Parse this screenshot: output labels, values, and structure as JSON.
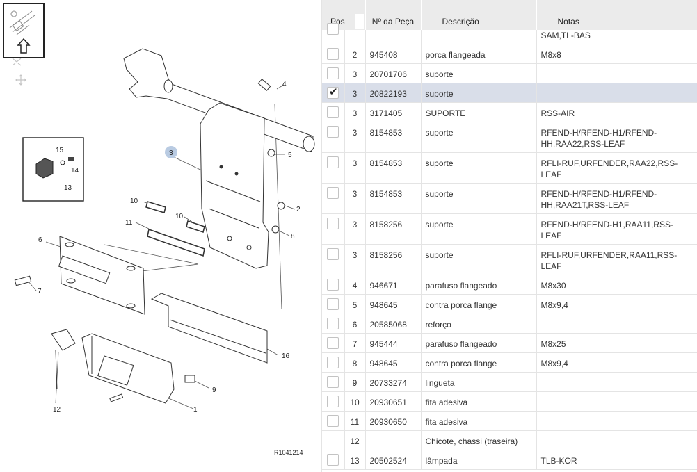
{
  "diagram": {
    "drawing_code": "R1041214",
    "callouts": [
      "1",
      "2",
      "3",
      "4",
      "5",
      "6",
      "7",
      "8",
      "9",
      "10",
      "10",
      "11",
      "12",
      "13",
      "14",
      "15",
      "16"
    ],
    "tools": {
      "overview_icon": "thumbnail-navigator-icon",
      "up_icon": "arrow-up-icon",
      "fit_icon": "fit-screen-icon",
      "pan_icon": "pan-move-icon"
    },
    "highlight_color": "#b9cbe2"
  },
  "table": {
    "headers": {
      "pos": "Pos",
      "number": "Nº da Peça",
      "description": "Descrição",
      "notes": "Notas"
    },
    "rows": [
      {
        "checked": false,
        "pos": "",
        "number": "",
        "description": "",
        "notes": "SAM,TL-BAS"
      },
      {
        "checked": false,
        "pos": "2",
        "number": "945408",
        "description": "porca flangeada",
        "notes": "M8x8"
      },
      {
        "checked": false,
        "pos": "3",
        "number": "20701706",
        "description": "suporte",
        "notes": ""
      },
      {
        "checked": true,
        "pos": "3",
        "number": "20822193",
        "description": "suporte",
        "notes": ""
      },
      {
        "checked": false,
        "pos": "3",
        "number": "3171405",
        "description": "SUPORTE",
        "notes": "RSS-AIR"
      },
      {
        "checked": false,
        "pos": "3",
        "number": "8154853",
        "description": "suporte",
        "notes": "RFEND-H/RFEND-H1/RFEND-HH,RAA22,RSS-LEAF"
      },
      {
        "checked": false,
        "pos": "3",
        "number": "8154853",
        "description": "suporte",
        "notes": "RFLI-RUF,URFENDER,RAA22,RSS-LEAF"
      },
      {
        "checked": false,
        "pos": "3",
        "number": "8154853",
        "description": "suporte",
        "notes": "RFEND-H/RFEND-H1/RFEND-HH,RAA21T,RSS-LEAF"
      },
      {
        "checked": false,
        "pos": "3",
        "number": "8158256",
        "description": "suporte",
        "notes": "RFEND-H/RFEND-H1,RAA11,RSS-LEAF"
      },
      {
        "checked": false,
        "pos": "3",
        "number": "8158256",
        "description": "suporte",
        "notes": "RFLI-RUF,URFENDER,RAA11,RSS-LEAF"
      },
      {
        "checked": false,
        "pos": "4",
        "number": "946671",
        "description": "parafuso flangeado",
        "notes": "M8x30"
      },
      {
        "checked": false,
        "pos": "5",
        "number": "948645",
        "description": "contra porca flange",
        "notes": "M8x9,4"
      },
      {
        "checked": false,
        "pos": "6",
        "number": "20585068",
        "description": "reforço",
        "notes": ""
      },
      {
        "checked": false,
        "pos": "7",
        "number": "945444",
        "description": "parafuso flangeado",
        "notes": "M8x25"
      },
      {
        "checked": false,
        "pos": "8",
        "number": "948645",
        "description": "contra porca flange",
        "notes": "M8x9,4"
      },
      {
        "checked": false,
        "pos": "9",
        "number": "20733274",
        "description": "lingueta",
        "notes": ""
      },
      {
        "checked": false,
        "pos": "10",
        "number": "20930651",
        "description": "fita adesiva",
        "notes": ""
      },
      {
        "checked": false,
        "pos": "11",
        "number": "20930650",
        "description": "fita adesiva",
        "notes": ""
      },
      {
        "checked": null,
        "pos": "12",
        "number": "",
        "description": "Chicote, chassi (traseira)",
        "notes": ""
      },
      {
        "checked": false,
        "pos": "13",
        "number": "20502524",
        "description": "lâmpada",
        "notes": "TLB-KOR"
      }
    ]
  }
}
